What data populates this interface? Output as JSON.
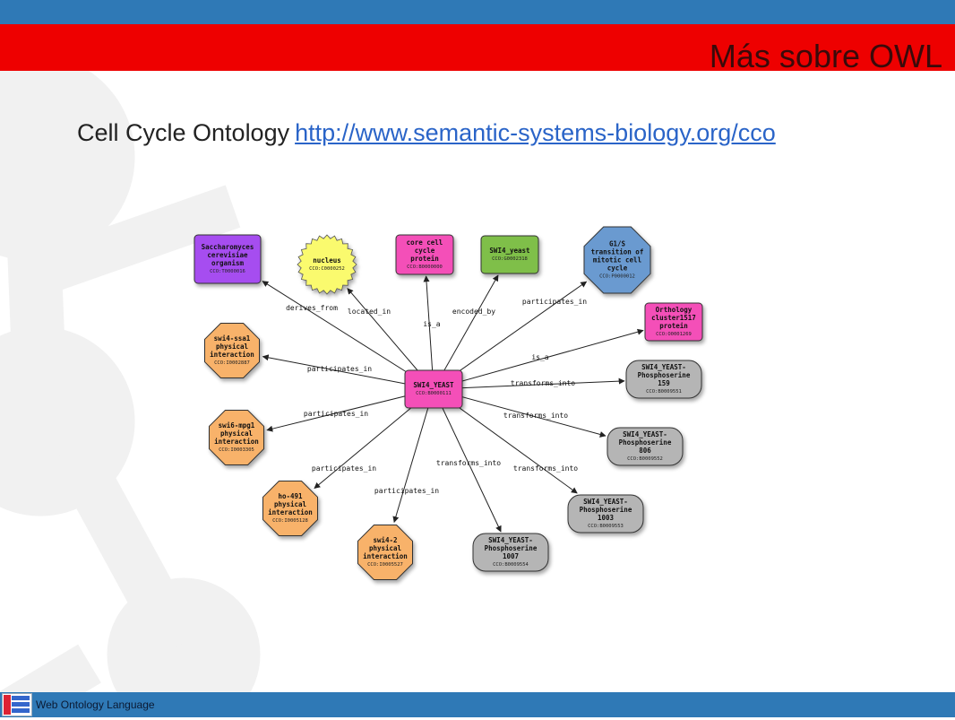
{
  "slide": {
    "title": "Más sobre OWL",
    "subtitle_text": "Cell Cycle Ontology",
    "subtitle_link": "http://www.semantic-systems-biology.org/cco",
    "footer": "Web Ontology Language"
  },
  "colors": {
    "top_band": "#2f79b6",
    "title_band": "#ee0000",
    "link": "#2a64c8",
    "purple": "#a64df0",
    "yellow": "#fafa6e",
    "pink": "#f44fb8",
    "green": "#7fbf48",
    "blue": "#6a9ad0",
    "orange": "#f8b26a",
    "gray": "#b5b5b5"
  },
  "diagram": {
    "center": {
      "name": "SWI4_YEAST",
      "id": "CCO:B0000111"
    },
    "nodes": [
      {
        "lines": [
          "Saccharomyces",
          "cerevisiae",
          "organism"
        ],
        "id": "CCO:T0000016",
        "label": "derives_from"
      },
      {
        "lines": [
          "nucleus"
        ],
        "id": "CCO:C0000252",
        "label": "located_in"
      },
      {
        "lines": [
          "core cell",
          "cycle",
          "protein"
        ],
        "id": "CCO:B0000000",
        "label": "is_a"
      },
      {
        "lines": [
          "SWI4_yeast"
        ],
        "id": "CCO:G0002318",
        "label": "encoded_by"
      },
      {
        "lines": [
          "G1/S",
          "transition of",
          "mitotic cell",
          "cycle"
        ],
        "id": "CCO:P0000012",
        "label": "participates_in"
      },
      {
        "lines": [
          "Orthology",
          "cluster1517",
          "protein"
        ],
        "id": "CCO:O0001269",
        "label": "is_a"
      },
      {
        "lines": [
          "SWI4_YEAST-",
          "Phosphoserine",
          "159"
        ],
        "id": "CCO:B0009551",
        "label": "transforms_into"
      },
      {
        "lines": [
          "SWI4_YEAST-",
          "Phosphoserine",
          "806"
        ],
        "id": "CCO:B0009552",
        "label": "transforms_into"
      },
      {
        "lines": [
          "SWI4_YEAST-",
          "Phosphoserine",
          "1003"
        ],
        "id": "CCO:B0009553",
        "label": "transforms_into"
      },
      {
        "lines": [
          "SWI4_YEAST-",
          "Phosphoserine",
          "1007"
        ],
        "id": "CCO:B0009554",
        "label": "transforms_into"
      },
      {
        "lines": [
          "swi4-2",
          "physical",
          "interaction"
        ],
        "id": "CCO:I0005527",
        "label": "participates_in"
      },
      {
        "lines": [
          "ho-491",
          "physical",
          "interaction"
        ],
        "id": "CCO:I0005128",
        "label": "participates_in"
      },
      {
        "lines": [
          "swi6-mpg1",
          "physical",
          "interaction"
        ],
        "id": "CCO:I0003305",
        "label": "participates_in"
      },
      {
        "lines": [
          "swi4-ssa1",
          "physical",
          "interaction"
        ],
        "id": "CCO:I0002887",
        "label": "participates_in"
      }
    ]
  }
}
